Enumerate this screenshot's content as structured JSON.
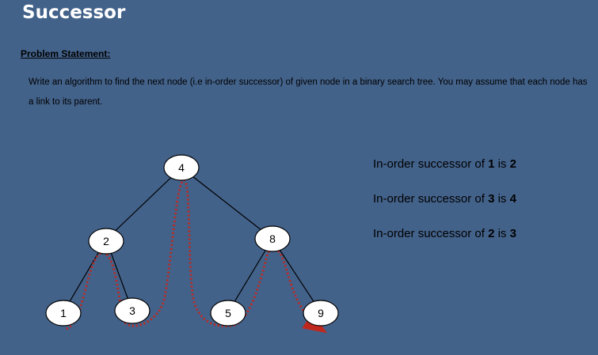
{
  "title": "Successor",
  "problem": {
    "heading": "Problem Statement:",
    "text": "Write an algorithm to find the next node (i.e in-order successor) of given node in a binary search tree. You may assume that each node has a link to its parent."
  },
  "tree": {
    "nodes": [
      "4",
      "2",
      "8",
      "1",
      "3",
      "5",
      "9"
    ],
    "edges": [
      [
        "4",
        "2"
      ],
      [
        "4",
        "8"
      ],
      [
        "2",
        "1"
      ],
      [
        "2",
        "3"
      ],
      [
        "8",
        "5"
      ],
      [
        "8",
        "9"
      ]
    ],
    "traversal_color": "#c0281e"
  },
  "facts": [
    {
      "prefix": "In-order successor of ",
      "node": "1",
      "mid": " is ",
      "successor": "2"
    },
    {
      "prefix": "In-order successor of ",
      "node": "3",
      "mid": " is ",
      "successor": "4"
    },
    {
      "prefix": "In-order successor of ",
      "node": "2",
      "mid": " is ",
      "successor": "3"
    }
  ]
}
